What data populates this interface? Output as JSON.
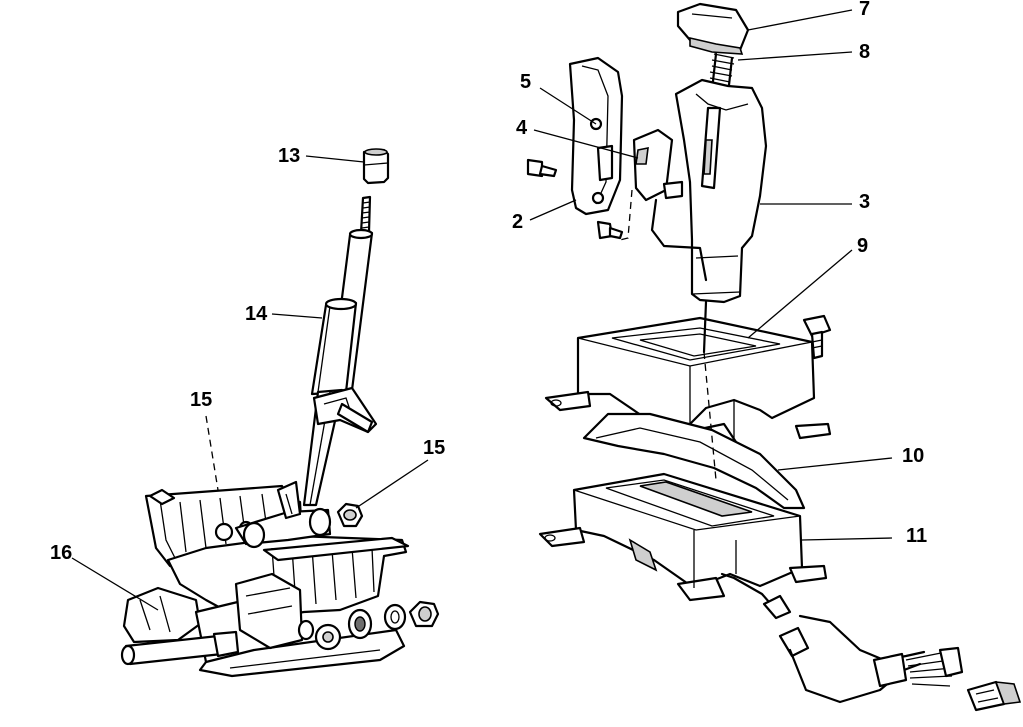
{
  "callouts": {
    "c2": "2",
    "c3": "3",
    "c4": "4",
    "c5": "5",
    "c7": "7",
    "c8": "8",
    "c9": "9",
    "c10": "10",
    "c11": "11",
    "c13": "13",
    "c14": "14",
    "c15a": "15",
    "c15b": "15",
    "c16": "16"
  }
}
